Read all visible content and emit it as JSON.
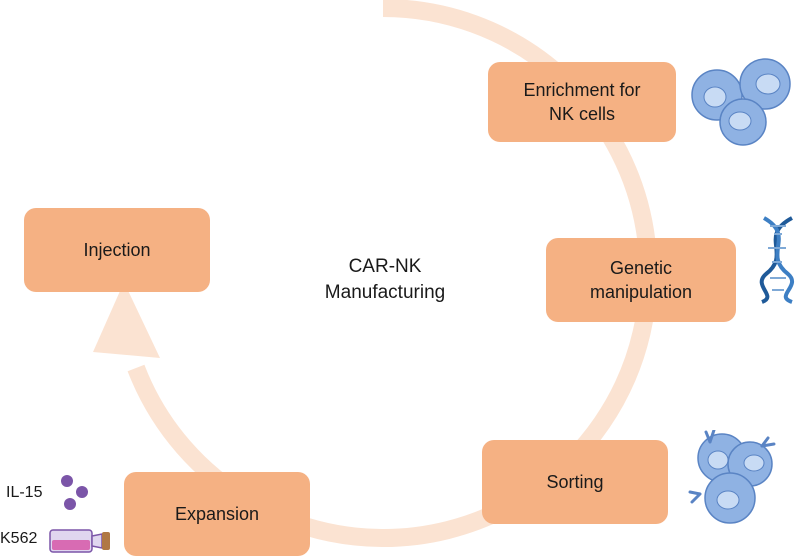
{
  "diagram": {
    "center_title": "CAR-NK\nManufacturing",
    "steps": [
      {
        "label": "Enrichment for\nNK cells"
      },
      {
        "label": "Genetic\nmanipulation"
      },
      {
        "label": "Sorting"
      },
      {
        "label": "Expansion"
      },
      {
        "label": "Injection"
      }
    ],
    "reagents": {
      "cytokine": "IL-15",
      "feeder": "K562"
    },
    "icons": [
      "nk-cells-icon",
      "dna-helix-icon",
      "antibody-cells-icon",
      "il15-molecules-icon",
      "culture-flask-icon"
    ],
    "colors": {
      "box_fill": "#f5b183",
      "cycle_arrow": "#fbe3d2",
      "cell_fill": "#8fb2e3",
      "cell_stroke": "#5a84c4",
      "il15_dots": "#7b55a8",
      "dna": "#1f5a99"
    }
  }
}
